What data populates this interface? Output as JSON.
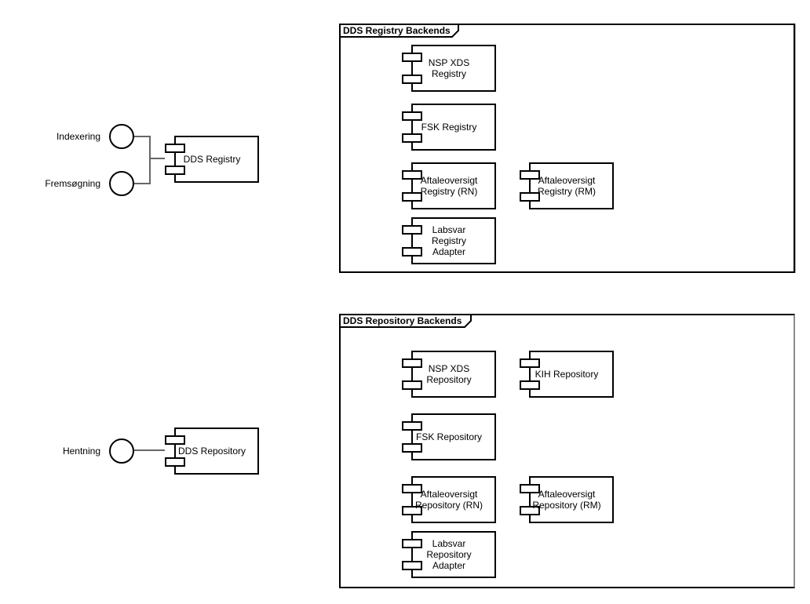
{
  "colors": {
    "stroke": "#000000",
    "connector": "#666666",
    "frame_muted_edge": "#8c8c8c",
    "background": "#ffffff"
  },
  "external": {
    "registry": {
      "interfaces": [
        {
          "label": "Indexering"
        },
        {
          "label": "Fremsøgning"
        }
      ],
      "component": {
        "label": "DDS Registry"
      }
    },
    "repository": {
      "interfaces": [
        {
          "label": "Hentning"
        }
      ],
      "component": {
        "label": "DDS Repository"
      }
    }
  },
  "frames": [
    {
      "title": "DDS Registry Backends",
      "components": [
        {
          "label": "NSP XDS\nRegistry"
        },
        {
          "label": "FSK Registry"
        },
        {
          "label": "Aftaleoversigt\nRegistry (RN)"
        },
        {
          "label": "Aftaleoversigt\nRegistry (RM)"
        },
        {
          "label": "Labsvar\nRegistry\nAdapter"
        }
      ]
    },
    {
      "title": "DDS Repository Backends",
      "components": [
        {
          "label": "NSP XDS\nRepository"
        },
        {
          "label": "KIH Repository"
        },
        {
          "label": "FSK Repository"
        },
        {
          "label": "Aftaleoversigt\nRepository (RN)"
        },
        {
          "label": "Aftaleoversigt\nRepository (RM)"
        },
        {
          "label": "Labsvar\nRepository\nAdapter"
        }
      ]
    }
  ]
}
